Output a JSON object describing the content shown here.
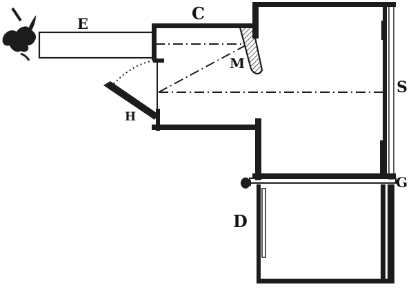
{
  "labels": {
    "tube": "E",
    "chamber": "C",
    "mirror": "M",
    "hinged_mirror": "H",
    "screen": "S",
    "lower_box": "D",
    "glass_plate": "G"
  },
  "colors": {
    "ink": "#1c1c1c",
    "paper": "#ffffff"
  },
  "icons": {
    "eyepiece": "hand-holding-eyepiece-icon",
    "knob": "adjustment-knob-icon"
  }
}
